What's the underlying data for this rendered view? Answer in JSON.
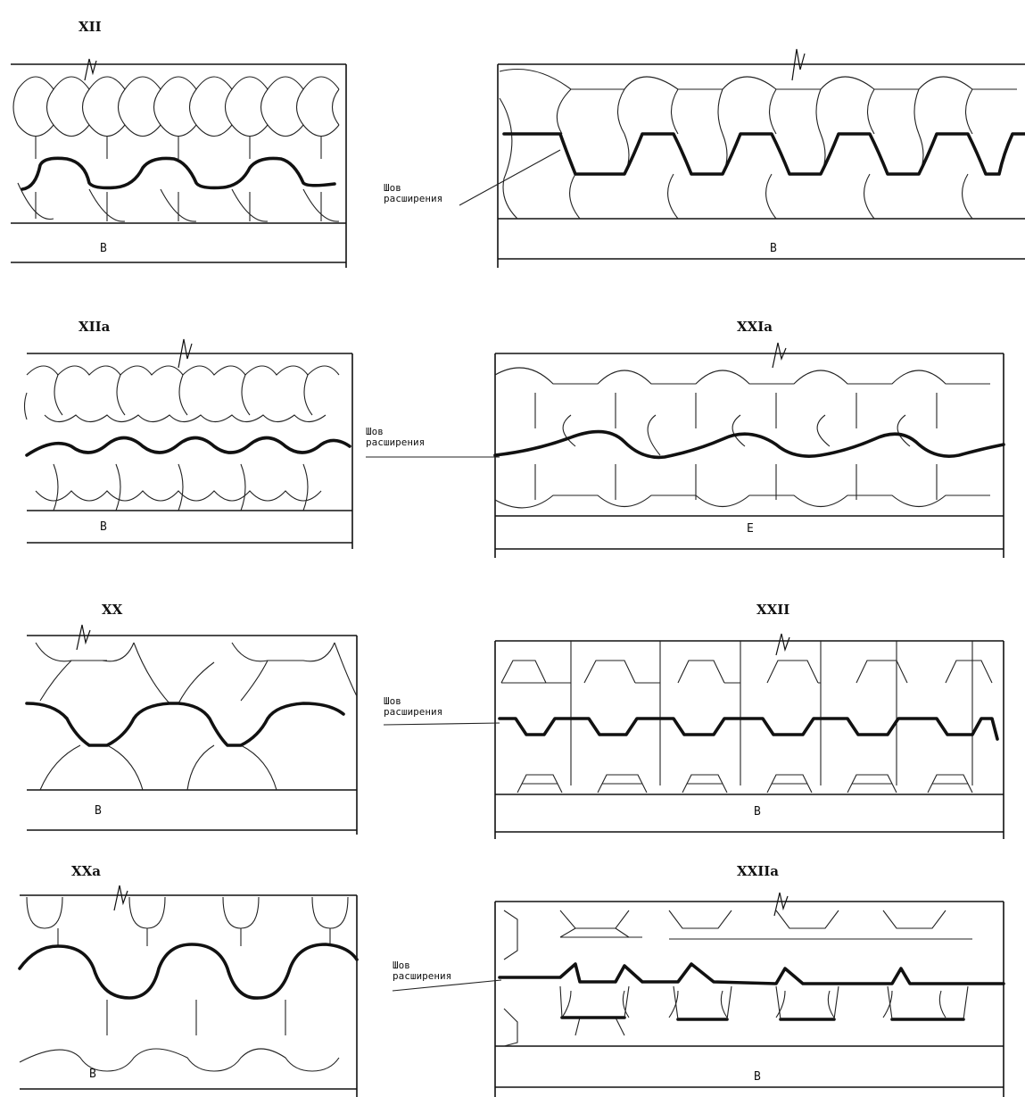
{
  "patterns": [
    {
      "id": "xii",
      "label": "XII",
      "width_label": "B"
    },
    {
      "id": "xxi",
      "label": "",
      "width_label": "B"
    },
    {
      "id": "xiia",
      "label": "XIIa",
      "width_label": "B"
    },
    {
      "id": "xxia",
      "label": "XXIa",
      "width_label": "E"
    },
    {
      "id": "xx",
      "label": "XX",
      "width_label": "B"
    },
    {
      "id": "xxii",
      "label": "XXII",
      "width_label": "B"
    },
    {
      "id": "xxa",
      "label": "XXa",
      "width_label": "B"
    },
    {
      "id": "xxiia",
      "label": "XXIIa",
      "width_label": "B"
    }
  ],
  "callouts": [
    {
      "text": "Шов\nрасширения"
    },
    {
      "text": "Шов\nрасширения"
    },
    {
      "text": "Шов\nрасширения"
    },
    {
      "text": "Шов\nрасширения"
    }
  ],
  "colors": {
    "ink": "#111111",
    "paper": "#ffffff"
  }
}
